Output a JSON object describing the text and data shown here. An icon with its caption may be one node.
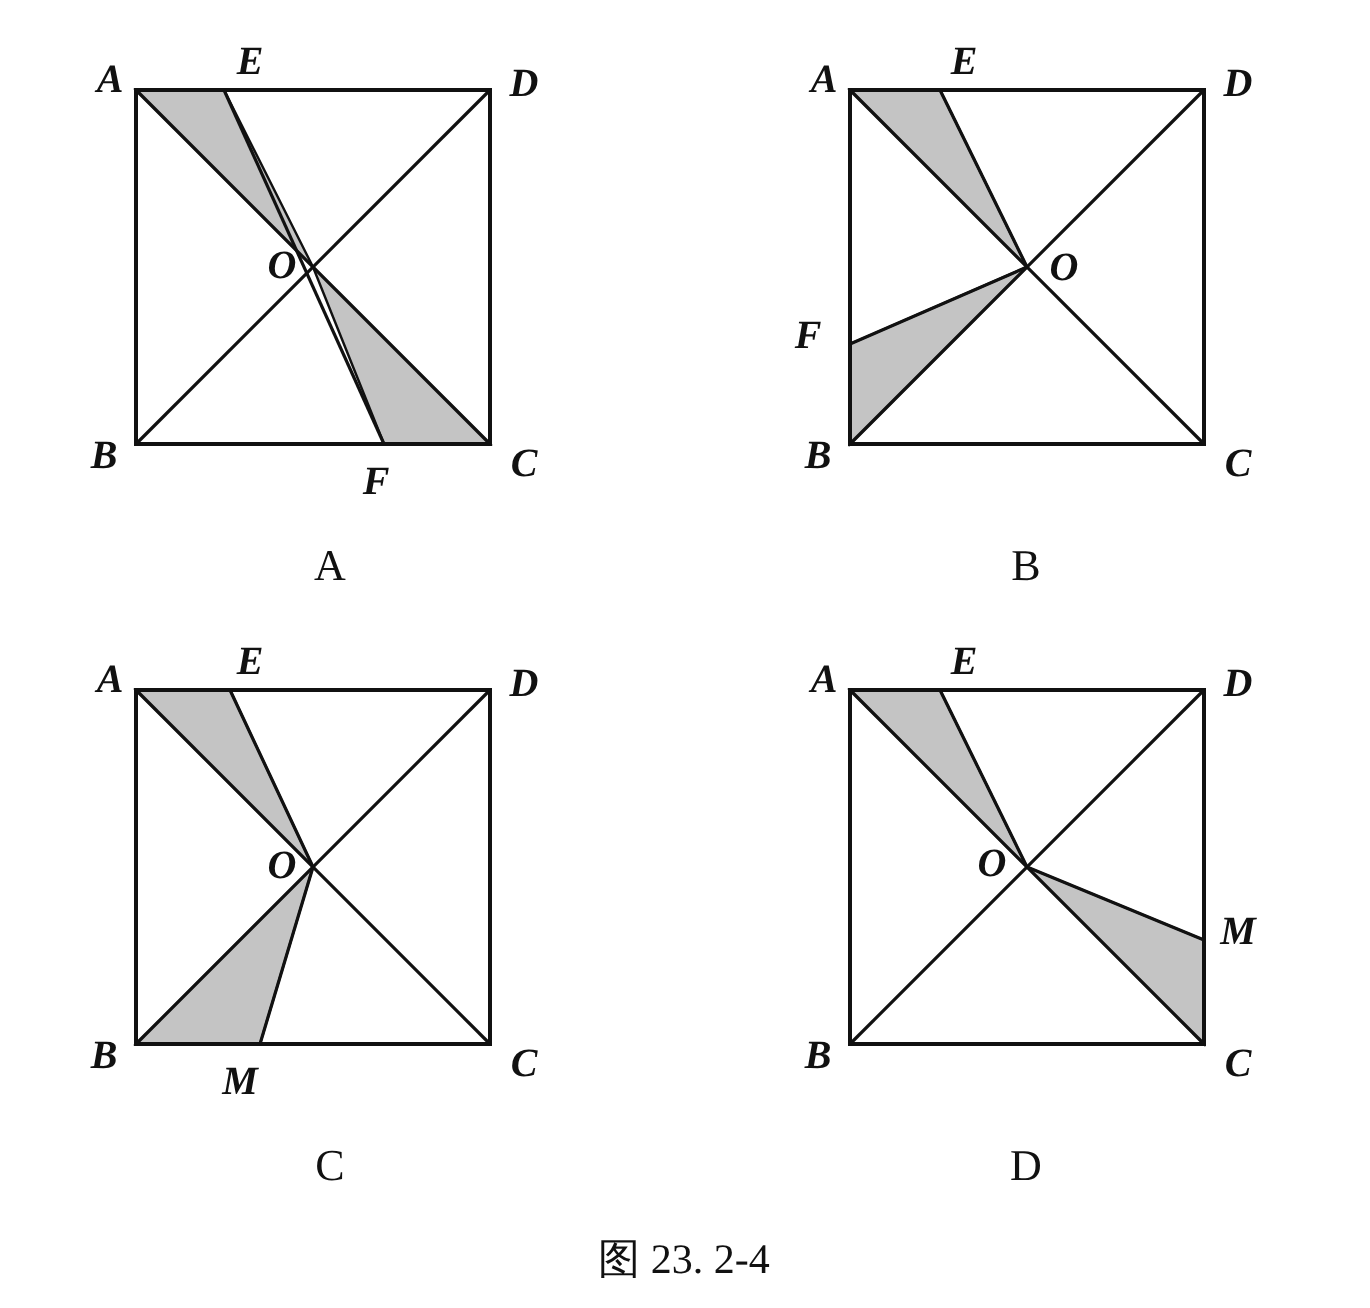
{
  "diagram": {
    "caption": "图 23. 2-4",
    "labels": [
      "A",
      "E",
      "D",
      "O",
      "B",
      "F",
      "C",
      "A",
      "A",
      "E",
      "D",
      "O",
      "F",
      "B",
      "C",
      "B",
      "A",
      "E",
      "D",
      "O",
      "B",
      "M",
      "C",
      "C",
      "A",
      "E",
      "D",
      "O",
      "M",
      "B",
      "C",
      "D"
    ]
  }
}
